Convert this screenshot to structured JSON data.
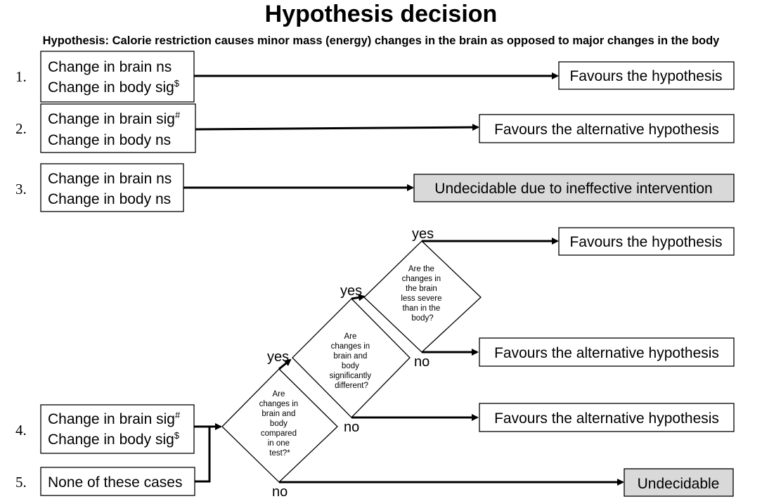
{
  "title": "Hypothesis decision",
  "hypothesis": "Hypothesis: Calorie restriction causes minor mass (energy) changes in the brain as opposed to major changes in the body",
  "cases": [
    {
      "number": "1.",
      "line1": "Change in brain ns",
      "line1_sup": "",
      "line2": "Change in body sig",
      "line2_sup": "$"
    },
    {
      "number": "2.",
      "line1": "Change in brain sig",
      "line1_sup": "#",
      "line2": "Change in body ns",
      "line2_sup": ""
    },
    {
      "number": "3.",
      "line1": "Change in brain ns",
      "line1_sup": "",
      "line2": "Change in body ns",
      "line2_sup": ""
    },
    {
      "number": "4.",
      "line1": "Change in brain sig",
      "line1_sup": "#",
      "line2": "Change in body sig",
      "line2_sup": "$"
    },
    {
      "number": "5.",
      "line1": "None of these cases"
    }
  ],
  "outcomes": {
    "o1": "Favours the hypothesis",
    "o2": "Favours the alternative hypothesis",
    "o3": "Undecidable due to ineffective intervention",
    "o4": "Favours the hypothesis",
    "o5": "Favours the alternative hypothesis",
    "o6": "Favours the alternative hypothesis",
    "o7": "Undecidable"
  },
  "decisions": {
    "d1": [
      "Are",
      "changes in",
      "brain and",
      "body",
      "compared",
      "in one",
      "test?*"
    ],
    "d2": [
      "Are",
      "changes in",
      "brain and",
      "body",
      "significantly",
      "different?"
    ],
    "d3": [
      "Are the",
      "changes in",
      "the brain",
      "less severe",
      "than in the",
      "body?"
    ]
  },
  "labels": {
    "yes": "yes",
    "no": "no"
  },
  "colors": {
    "undecidable_fill": "#d9d9d9",
    "line": "#000000"
  }
}
